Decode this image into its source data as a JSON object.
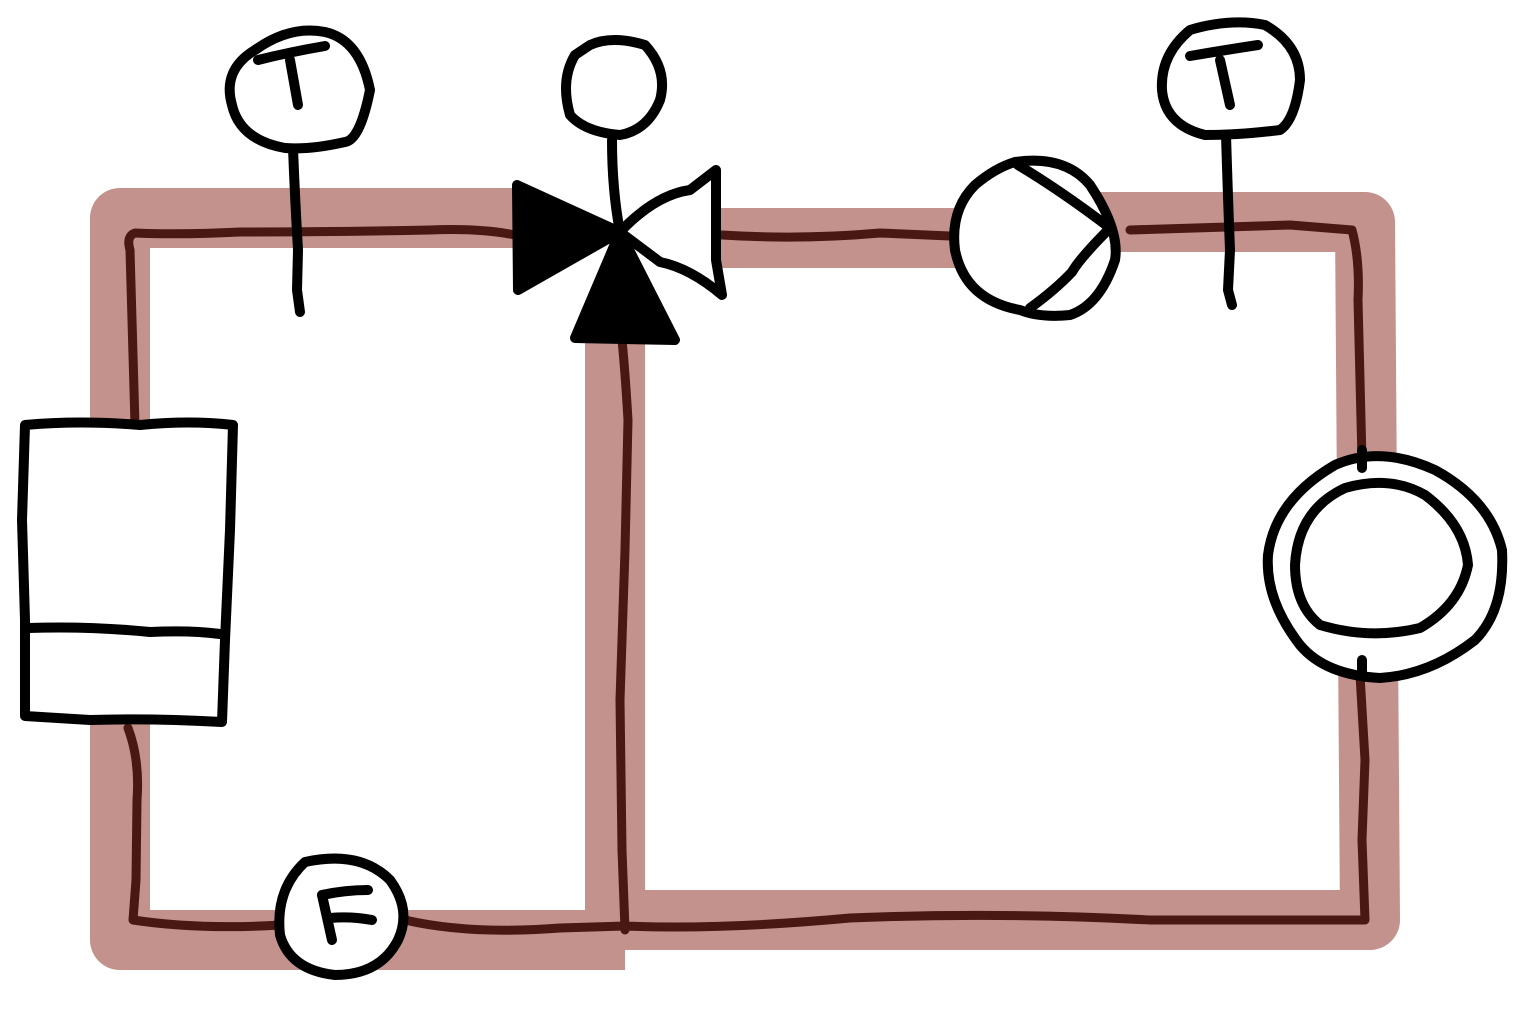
{
  "diagram": {
    "colors": {
      "pipe_highlight": "#c4928c",
      "pipe_line": "#4a1813",
      "ink": "#000000",
      "background": "#ffffff"
    },
    "sensors": {
      "temp_left": {
        "icon": "temperature-sensor",
        "letter": "T"
      },
      "temp_right": {
        "icon": "temperature-sensor",
        "letter": "T"
      },
      "flow": {
        "icon": "flow-sensor",
        "letter": "F"
      },
      "valve_actuator": {
        "icon": "actuator-circle",
        "letter": ""
      }
    },
    "components": {
      "heat_source": {
        "icon": "heat-source-box"
      },
      "three_way_valve": {
        "icon": "three-way-valve"
      },
      "pump": {
        "icon": "pump"
      },
      "consumer": {
        "icon": "consumer-double-circle"
      }
    }
  }
}
